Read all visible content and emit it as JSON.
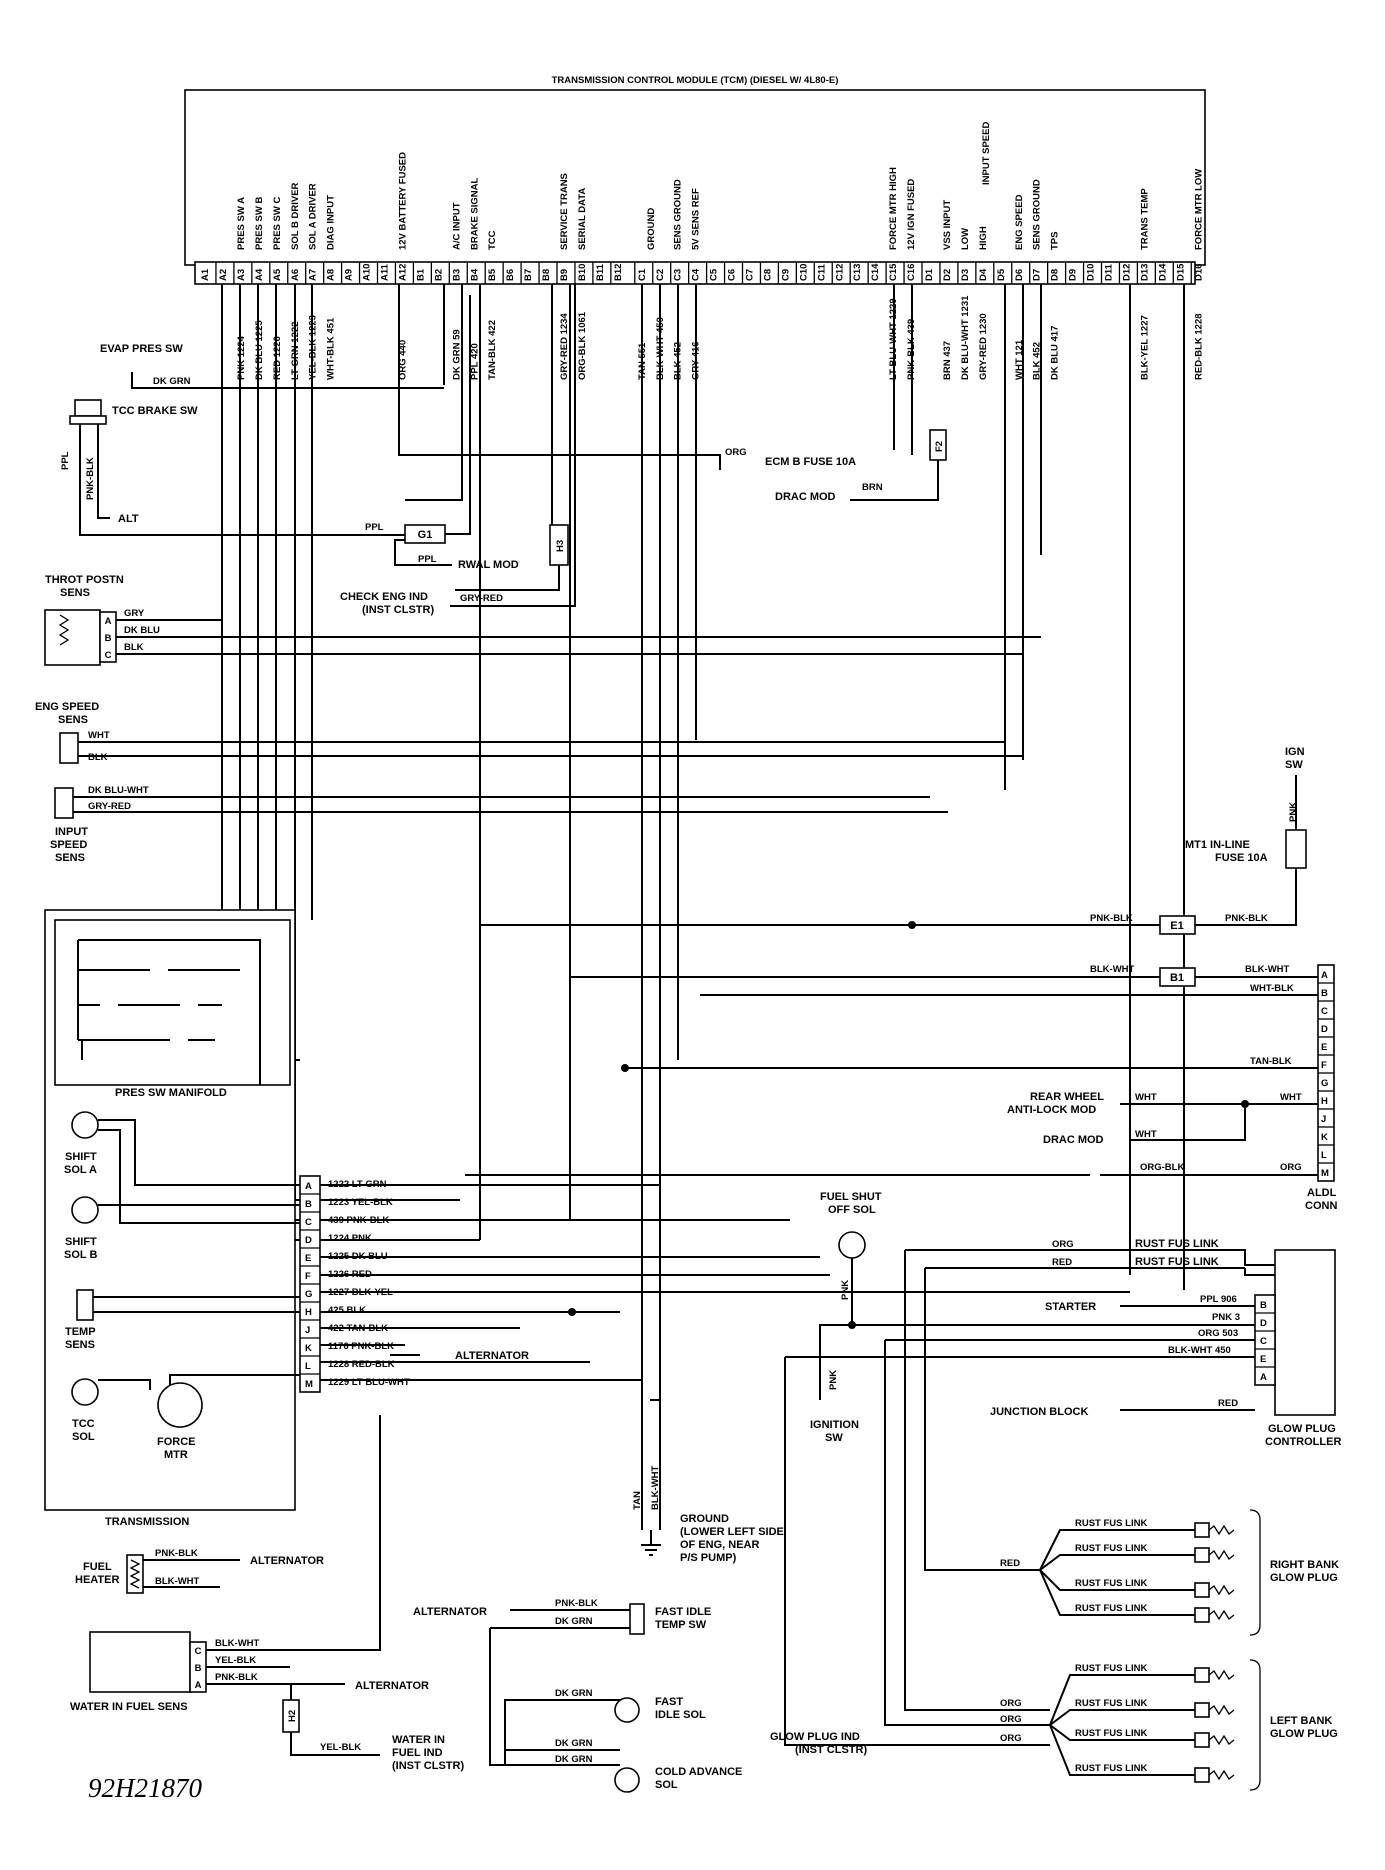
{
  "tcm": {
    "title": "TRANSMISSION CONTROL MODULE (TCM) (DIESEL W/ 4L80-E)",
    "pins_a": [
      "A1",
      "A2",
      "A3",
      "A4",
      "A5",
      "A6",
      "A7",
      "A8",
      "A9",
      "A10",
      "A11",
      "A12"
    ],
    "pins_b": [
      "B1",
      "B2",
      "B3",
      "B4",
      "B5",
      "B6",
      "B7",
      "B8",
      "B9",
      "B10",
      "B11",
      "B12"
    ],
    "pins_c": [
      "C1",
      "C2",
      "C3",
      "C4",
      "C5",
      "C6",
      "C7",
      "C8",
      "C9",
      "C10",
      "C11",
      "C12",
      "C13",
      "C14",
      "C15",
      "C16"
    ],
    "pins_d": [
      "D1",
      "D2",
      "D3",
      "D4",
      "D5",
      "D6",
      "D7",
      "D8",
      "D9",
      "D10",
      "D11",
      "D12",
      "D13",
      "D14",
      "D15",
      "D16"
    ],
    "functions": {
      "A3": "PRES SW A",
      "A4": "PRES SW B",
      "A5": "PRES SW C",
      "A6": "SOL B DRIVER",
      "A7": "SOL A DRIVER",
      "A8": "DIAG INPUT",
      "A12": "12V BATTERY FUSED",
      "B3": "A/C INPUT",
      "B4": "BRAKE SIGNAL",
      "B5": "TCC",
      "B9": "SERVICE TRANS",
      "B10": "SERIAL DATA",
      "C1_C2": "GROUND",
      "C3": "SENS GROUND",
      "C4": "5V SENS REF",
      "C15": "FORCE MTR HIGH",
      "C16": "12V IGN FUSED",
      "D2": "VSS INPUT",
      "D3": "LOW",
      "D4": "HIGH",
      "D3_D4": "INPUT SPEED",
      "D6": "ENG SPEED",
      "D7": "SENS GROUND",
      "D8": "TPS",
      "D13": "TRANS TEMP",
      "D16": "FORCE MTR LOW"
    },
    "wire_labels": {
      "A3": "PNK 1224",
      "A4": "DK BLU 1225",
      "A5": "RED 1226",
      "A6": "LT GRN 1222",
      "A7": "YEL-BLK 1223",
      "A8": "WHT-BLK 451",
      "A12": "ORG 440",
      "B3": "DK GRN 59",
      "B4": "PPL 420",
      "B5": "TAN-BLK 422",
      "B9": "GRY-RED 1234",
      "B10": "ORG-BLK 1061",
      "C1": "TAN 551",
      "C2": "BLK-WHT 450",
      "C3": "BLK 452",
      "C4": "GRY 416",
      "C15": "LT BLU-WHT 1229",
      "C16": "PNK-BLK 439",
      "D2": "BRN 437",
      "D3": "DK BLU-WHT 1231",
      "D4": "GRY-RED 1230",
      "D6": "WHT 121",
      "D7": "BLK 452",
      "D8": "DK BLU 417",
      "D13": "BLK-YEL 1227",
      "D16": "RED-BLK 1228"
    }
  },
  "left": {
    "evap": {
      "name": "EVAP PRES SW",
      "wire": "DK GRN"
    },
    "tcc_brake": {
      "name": "TCC BRAKE SW",
      "w1": "PPL",
      "w2": "PNK-BLK",
      "alt": "ALT",
      "ppl": "PPL"
    },
    "g1": "G1",
    "rwal": "RWAL MOD",
    "ppl2": "PPL",
    "h3": "H3",
    "check_eng": {
      "line1": "CHECK ENG IND",
      "line2": "(INST CLSTR)",
      "wire": "GRY-RED"
    },
    "throt": {
      "line1": "THROT POSTN",
      "line2": "SENS",
      "pins": [
        "A",
        "B",
        "C"
      ],
      "wires": [
        "GRY",
        "DK BLU",
        "BLK"
      ]
    },
    "eng_speed": {
      "line1": "ENG SPEED",
      "line2": "SENS",
      "wires": [
        "WHT",
        "BLK"
      ]
    },
    "input_speed": {
      "line1": "INPUT",
      "line2": "SPEED",
      "line3": "SENS",
      "wires": [
        "DK BLU-WHT",
        "GRY-RED"
      ]
    }
  },
  "right": {
    "ecm_fuse": {
      "label": "ECM B FUSE 10A",
      "wire": "ORG"
    },
    "f2": "F2",
    "drac_mod_top": {
      "label": "DRAC MOD",
      "wire": "BRN"
    },
    "ign_sw": {
      "line1": "IGN",
      "line2": "SW",
      "wire": "PNK"
    },
    "mt1": {
      "line1": "MT1 IN-LINE",
      "line2": "FUSE 10A"
    },
    "e1": {
      "name": "E1",
      "left": "PNK-BLK",
      "right": "PNK-BLK"
    },
    "b1": {
      "name": "B1",
      "left": "BLK-WHT",
      "right": "BLK-WHT"
    },
    "aldl": {
      "pins": [
        "A",
        "B",
        "C",
        "D",
        "E",
        "F",
        "G",
        "H",
        "J",
        "K",
        "L",
        "M"
      ],
      "line1": "ALDL",
      "line2": "CONN",
      "w_b": "WHT-BLK",
      "w_f": "TAN-BLK",
      "w_h": "WHT",
      "w_m": "ORG",
      "w_m_left": "ORG-BLK"
    },
    "rear_wheel": {
      "line1": "REAR WHEEL",
      "line2": "ANTI-LOCK MOD",
      "wire": "WHT"
    },
    "drac_mod2": {
      "label": "DRAC MOD",
      "wire": "WHT"
    }
  },
  "trans": {
    "pres_manifold": "PRES SW MANIFOLD",
    "shift_a": {
      "line1": "SHIFT",
      "line2": "SOL A"
    },
    "shift_b": {
      "line1": "SHIFT",
      "line2": "SOL B"
    },
    "temp": {
      "line1": "TEMP",
      "line2": "SENS"
    },
    "tcc_sol": {
      "line1": "TCC",
      "line2": "SOL"
    },
    "force_mtr": {
      "line1": "FORCE",
      "line2": "MTR"
    },
    "label": "TRANSMISSION",
    "conn_pins": [
      "A",
      "B",
      "C",
      "D",
      "E",
      "F",
      "G",
      "H",
      "J",
      "K",
      "L",
      "M"
    ],
    "conn_wires": [
      "1222 LT GRN",
      "1223 YEL-BLK",
      "439 PNK-BLK",
      "1224 PNK",
      "1225 DK BLU",
      "1226 RED",
      "1227 BLK-YEL",
      "425 BLK",
      "422 TAN-BLK",
      "1176 PNK-BLK",
      "1228 RED-BLK",
      "1229 LT BLU-WHT"
    ],
    "alternator": "ALTERNATOR"
  },
  "ground": {
    "w1": "TAN",
    "w2": "BLK-WHT",
    "line1": "GROUND",
    "line2": "(LOWER LEFT SIDE",
    "line3": "OF ENG, NEAR",
    "line4": "P/S PUMP)"
  },
  "fuel_shut": {
    "line1": "FUEL SHUT",
    "line2": "OFF SOL",
    "wire": "PNK"
  },
  "ign_sw2": {
    "line1": "IGNITION",
    "line2": "SW",
    "wire": "PNK"
  },
  "glow": {
    "controller": {
      "line1": "GLOW PLUG",
      "line2": "CONTROLLER"
    },
    "pins": [
      "B",
      "D",
      "C",
      "E",
      "A"
    ],
    "org": "ORG",
    "red": "RED",
    "rust1": "RUST FUS LINK",
    "rust2": "RUST FUS LINK",
    "starter": "STARTER",
    "ppl": "PPL 906",
    "pnk3": "PNK 3",
    "org503": "ORG 503",
    "bw450": "BLK-WHT 450",
    "junction": "JUNCTION BLOCK",
    "jred": "RED",
    "right_bank": {
      "line1": "RIGHT BANK",
      "line2": "GLOW PLUG",
      "wire": "RED"
    },
    "left_bank": {
      "line1": "LEFT BANK",
      "line2": "GLOW PLUG",
      "wires": [
        "ORG",
        "ORG",
        "ORG"
      ]
    },
    "rust_plug": "RUST FUS LINK",
    "gp_ind": {
      "line1": "GLOW PLUG IND",
      "line2": "(INST CLSTR)"
    }
  },
  "fuel_heater": {
    "line1": "FUEL",
    "line2": "HEATER",
    "w1": "PNK-BLK",
    "w2": "BLK-WHT",
    "alt": "ALTERNATOR"
  },
  "wif": {
    "name": "WATER IN FUEL SENS",
    "pins": [
      "C",
      "B",
      "A"
    ],
    "wires": [
      "BLK-WHT",
      "YEL-BLK",
      "PNK-BLK"
    ],
    "alt": "ALTERNATOR",
    "h2": "H2",
    "w_yel": "YEL-BLK",
    "ind": {
      "line1": "WATER IN",
      "line2": "FUEL IND",
      "line3": "(INST CLSTR)"
    }
  },
  "fast_idle": {
    "alt": "ALTERNATOR",
    "w1": "PNK-BLK",
    "w2": "DK GRN",
    "line1": "FAST IDLE",
    "line2": "TEMP SW"
  },
  "fast_sol": {
    "wire": "DK GRN",
    "line1": "FAST",
    "line2": "IDLE SOL"
  },
  "cold_adv": {
    "w1": "DK GRN",
    "w2": "DK GRN",
    "line1": "COLD ADVANCE",
    "line2": "SOL"
  },
  "ref": "92H21870"
}
